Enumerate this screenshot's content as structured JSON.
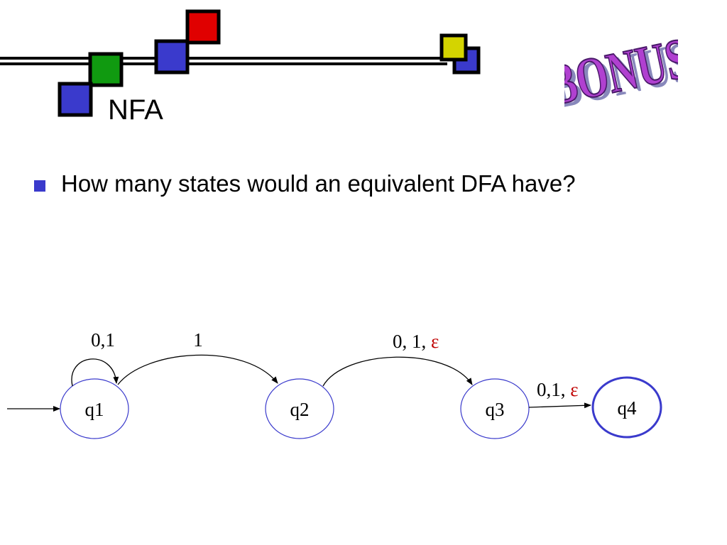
{
  "slide": {
    "title": "NFA",
    "bullet": "How many states would an equivalent DFA have?",
    "badge": "BONUS"
  },
  "colors": {
    "blue": "#3a3acc",
    "green": "#109a10",
    "red": "#e00000",
    "yellow": "#d4d400",
    "badge_fill": "#b040d0",
    "epsilon": "#c00000"
  },
  "diagram": {
    "states": [
      {
        "id": "q1",
        "label": "q1",
        "start": true,
        "accept": false
      },
      {
        "id": "q2",
        "label": "q2",
        "start": false,
        "accept": false
      },
      {
        "id": "q3",
        "label": "q3",
        "start": false,
        "accept": false
      },
      {
        "id": "q4",
        "label": "q4",
        "start": false,
        "accept": true
      }
    ],
    "transitions": [
      {
        "from": "q1",
        "to": "q1",
        "label": "0,1",
        "epsilon": ""
      },
      {
        "from": "q1",
        "to": "q2",
        "label": "1",
        "epsilon": ""
      },
      {
        "from": "q2",
        "to": "q3",
        "label": "0, 1, ",
        "epsilon": "ε"
      },
      {
        "from": "q3",
        "to": "q4",
        "label": "0,1, ",
        "epsilon": "ε"
      }
    ]
  }
}
